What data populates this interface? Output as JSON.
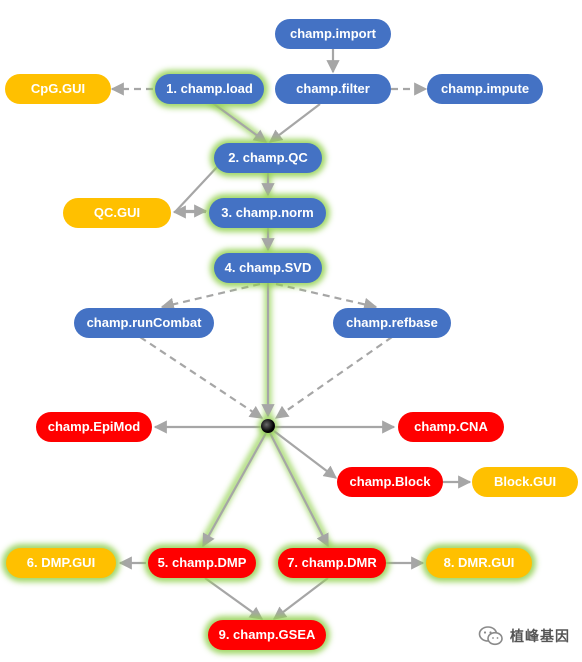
{
  "nodes": {
    "champ_import": "champ.import",
    "champ_filter": "champ.filter",
    "champ_impute": "champ.impute",
    "cpg_gui": "CpG.GUI",
    "champ_load": "1. champ.load",
    "champ_qc": "2. champ.QC",
    "qc_gui": "QC.GUI",
    "champ_norm": "3. champ.norm",
    "champ_svd": "4. champ.SVD",
    "champ_runcombat": "champ.runCombat",
    "champ_refbase": "champ.refbase",
    "champ_epimod": "champ.EpiMod",
    "champ_cna": "champ.CNA",
    "champ_block": "champ.Block",
    "block_gui": "Block.GUI",
    "dmp_gui": "6. DMP.GUI",
    "champ_dmp": "5. champ.DMP",
    "champ_dmr": "7. champ.DMR",
    "dmr_gui": "8. DMR.GUI",
    "champ_gsea": "9. champ.GSEA"
  },
  "colors": {
    "blue": "#4472c4",
    "red": "#ff0000",
    "yellow": "#ffc000",
    "glow": "#92d050",
    "arrow": "#a6a6a6"
  },
  "watermark": {
    "text": "植峰基因",
    "icon": "wechat-icon"
  }
}
